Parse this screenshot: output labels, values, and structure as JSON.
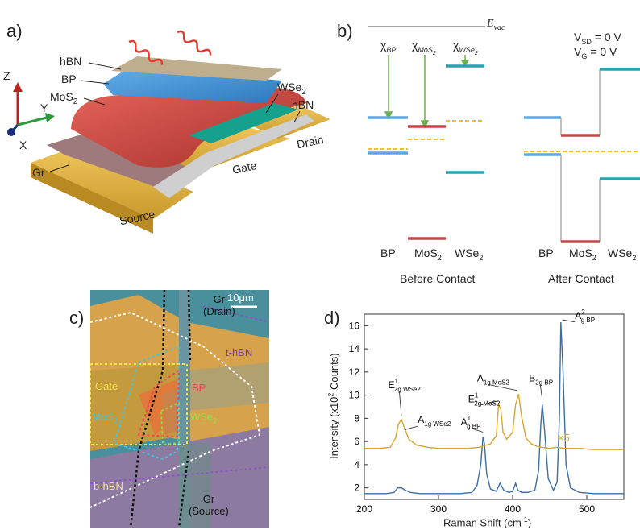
{
  "panels": {
    "a": "a)",
    "b": "b)",
    "c": "c)",
    "d": "d)"
  },
  "device": {
    "layer_labels": [
      "hBN",
      "BP",
      "MoS",
      "WSe",
      "hBN",
      "Drain",
      "Gate",
      "Gr",
      "Source"
    ],
    "sub2": "2",
    "axes": [
      "Z",
      "Y",
      "X"
    ],
    "colors": {
      "hbn": "#bfae8e",
      "bp": "#3f8fd6",
      "mos2": "#c8473f",
      "wse2": "#16a08e",
      "gold": "#e3b64a",
      "gr": "#9e7a7c"
    }
  },
  "bands": {
    "evac_label": "E",
    "evac_sub": "vac",
    "chi_bp": "χ",
    "chi_bp_sub": "BP",
    "chi_mos2": "χ",
    "chi_mos2_sub": "MoS",
    "chi_wse2": "χ",
    "chi_wse2_sub": "WSe",
    "vsd_label": "V",
    "vsd_sub": "SD",
    "vsd_value": " = 0 V",
    "vg_label": "V",
    "vg_sub": "G",
    "vg_value": " = 0 V",
    "materials_before": [
      "BP",
      "MoS",
      "WSe"
    ],
    "materials_after": [
      "BP",
      "MoS",
      "WSe"
    ],
    "before_caption": "Before Contact",
    "after_caption": "After Contact",
    "colors": {
      "bp": "#5ba7e6",
      "mos2": "#c04848",
      "wse2": "#2aa2b2",
      "fermi": "#f2b40c",
      "arrow": "#6ab04c"
    }
  },
  "micrograph": {
    "scale": "10μm",
    "labels": {
      "gr_drain_1": "Gr",
      "gr_drain_2": "(Drain)",
      "thbn": "t-hBN",
      "gate": "Gate",
      "bp": "BP",
      "mos2": "MoS",
      "wse2": "WSe",
      "bhbn": "b-hBN",
      "gr_source_1": "Gr",
      "gr_source_2": "(Source)"
    }
  },
  "chart_data": {
    "type": "line",
    "xlabel": "Raman Shift (cm",
    "xlabel_sup": "-1",
    "xlabel_end": ")",
    "ylabel": "Intensity (x10",
    "ylabel_sup": "2",
    "ylabel_end": " Counts)",
    "xlim": [
      200,
      550
    ],
    "ylim": [
      1,
      17
    ],
    "xticks": [
      200,
      300,
      400,
      500
    ],
    "yticks": [
      2,
      4,
      6,
      8,
      10,
      12,
      14,
      16
    ],
    "series": [
      {
        "color": "#3a6ea5",
        "x": [
          200,
          215,
          230,
          240,
          245,
          250,
          255,
          262,
          275,
          290,
          310,
          330,
          345,
          352,
          357,
          360,
          362,
          365,
          370,
          378,
          383,
          388,
          395,
          400,
          404,
          407,
          412,
          420,
          430,
          435,
          438,
          440,
          443,
          448,
          455,
          460,
          463,
          465,
          468,
          472,
          478,
          490,
          510,
          530,
          550
        ],
        "y": [
          1.5,
          1.5,
          1.5,
          1.6,
          2.0,
          2.0,
          1.8,
          1.6,
          1.5,
          1.5,
          1.5,
          1.5,
          1.6,
          2.2,
          4.0,
          6.4,
          5.8,
          3.2,
          1.9,
          1.7,
          2.4,
          1.8,
          1.6,
          1.7,
          2.4,
          1.8,
          1.6,
          1.6,
          1.8,
          3.5,
          7.5,
          9.2,
          7.0,
          2.8,
          1.8,
          2.5,
          8.0,
          16.3,
          12.0,
          4.0,
          2.0,
          1.6,
          1.5,
          1.5,
          1.5
        ]
      },
      {
        "color": "#d9a52b",
        "x": [
          200,
          220,
          235,
          242,
          246,
          250,
          254,
          260,
          270,
          285,
          300,
          320,
          340,
          355,
          360,
          370,
          378,
          381,
          384,
          387,
          392,
          400,
          404,
          408,
          412,
          418,
          425,
          432,
          440,
          450,
          460,
          470,
          490,
          510,
          530,
          550
        ],
        "y": [
          5.4,
          5.4,
          5.5,
          6.3,
          7.5,
          7.9,
          7.2,
          6.2,
          5.7,
          5.5,
          5.4,
          5.4,
          5.4,
          5.5,
          5.6,
          5.8,
          6.5,
          9.2,
          8.8,
          6.8,
          6.2,
          6.8,
          9.2,
          10.1,
          8.2,
          6.3,
          5.8,
          5.6,
          5.5,
          5.4,
          5.5,
          5.4,
          5.4,
          5.3,
          5.3,
          5.3
        ]
      }
    ],
    "multiplier_label": "×5",
    "annotations": [
      {
        "base": "E",
        "sup": "1",
        "sub": "2g WSe",
        "sub2": "2"
      },
      {
        "base": "A",
        "sup": "",
        "sub": "1g WSe",
        "sub2": "2"
      },
      {
        "base": "A",
        "sup": "1",
        "sub": "g BP",
        "sub2": ""
      },
      {
        "base": "A",
        "sup": "",
        "sub": "1g MoS",
        "sub2": "2"
      },
      {
        "base": "E",
        "sup": "1",
        "sub": "2g MoS",
        "sub2": "2"
      },
      {
        "base": "B",
        "sup": "",
        "sub": "2g BP",
        "sub2": ""
      },
      {
        "base": "A",
        "sup": "2",
        "sub": "g BP",
        "sub2": ""
      }
    ]
  }
}
